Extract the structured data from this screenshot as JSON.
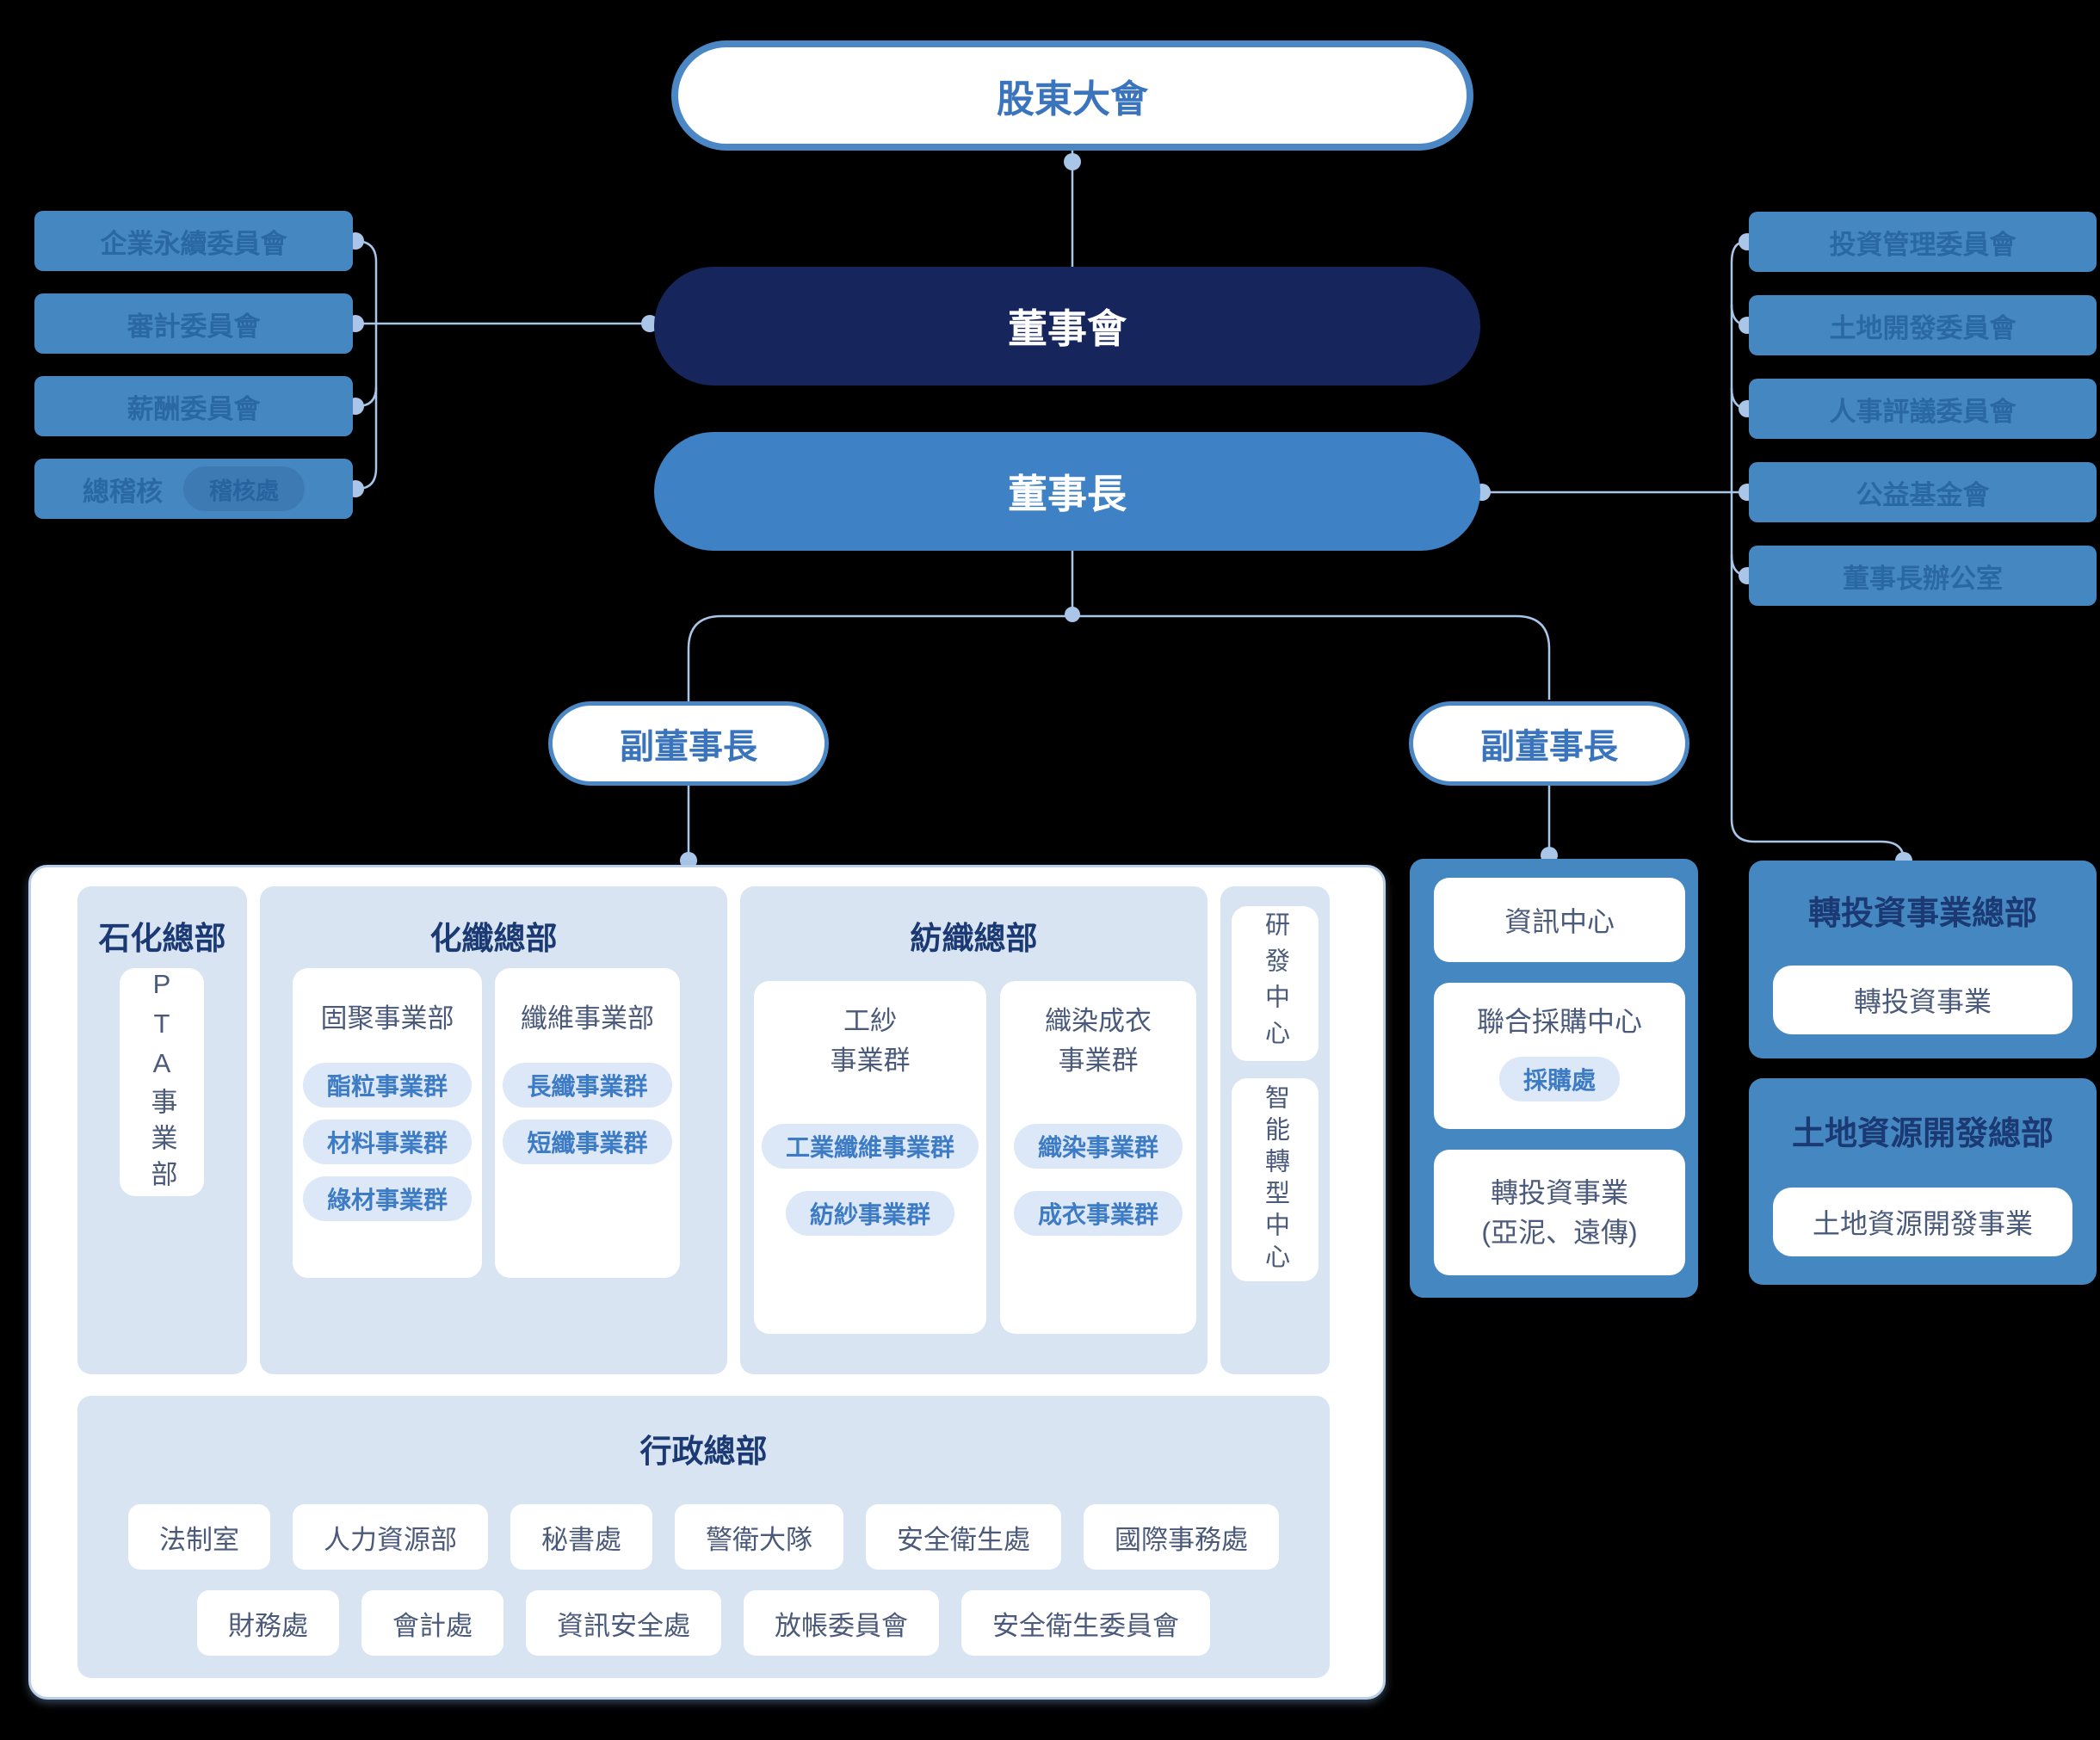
{
  "colors": {
    "background": "#000000",
    "connector_line": "#a9c6e8",
    "committee_box": "#4587c1",
    "committee_text": "#2a68a4",
    "board_navy": "#16265c",
    "chairman_blue": "#3e81c4",
    "pill_border": "#4a87c4",
    "pill_text": "#3a74bd",
    "panel_border": "#b9cfe9",
    "subpanel_bg": "#d9e4f2",
    "title_navy": "#1b3a74",
    "card_text": "#4b5a7a",
    "chip_bg": "#dce8f7",
    "chip_text": "#3d7cc4"
  },
  "nodes": {
    "shareholders": "股東大會",
    "board": "董事會",
    "chairman": "董事長",
    "vice_chairman_left": "副董事長",
    "vice_chairman_right": "副董事長"
  },
  "left_committees": {
    "sustainability": "企業永續委員會",
    "audit": "審計委員會",
    "compensation": "薪酬委員會",
    "chief_auditor": "總稽核",
    "audit_office": "稽核處"
  },
  "right_committees": {
    "investment_mgmt": "投資管理委員會",
    "land_dev": "土地開發委員會",
    "personnel": "人事評議委員會",
    "charity": "公益基金會",
    "chairman_office": "董事長辦公室"
  },
  "hq_panel": {
    "petrochemical": {
      "title": "石化總部",
      "unit": "PTA事業部"
    },
    "chemical_fiber": {
      "title": "化纖總部",
      "solid_poly": {
        "name": "固聚事業部",
        "groups": [
          "酯粒事業群",
          "材料事業群",
          "綠材事業群"
        ]
      },
      "fiber": {
        "name": "纖維事業部",
        "groups": [
          "長纖事業群",
          "短纖事業群"
        ]
      }
    },
    "textile": {
      "title": "紡織總部",
      "industrial_yarn": {
        "name_line1": "工紗",
        "name_line2": "事業群",
        "groups": [
          "工業纖維事業群",
          "紡紗事業群"
        ]
      },
      "dyeing_garment": {
        "name_line1": "織染成衣",
        "name_line2": "事業群",
        "groups": [
          "織染事業群",
          "成衣事業群"
        ]
      }
    },
    "rd_center": "研發中心",
    "smart_center": "智能轉型中心",
    "admin": {
      "title": "行政總部",
      "row1": [
        "法制室",
        "人力資源部",
        "秘書處",
        "警衛大隊",
        "安全衛生處",
        "國際事務處"
      ],
      "row2": [
        "財務處",
        "會計處",
        "資訊安全處",
        "放帳委員會",
        "安全衛生委員會"
      ]
    }
  },
  "vc_right_column": {
    "info_center": "資訊中心",
    "procurement": {
      "title": "聯合採購中心",
      "office": "採購處"
    },
    "reinvestment": {
      "line1": "轉投資事業",
      "line2": "(亞泥、遠傳)"
    }
  },
  "invest_hq": {
    "title": "轉投資事業總部",
    "unit": "轉投資事業"
  },
  "land_hq": {
    "title": "土地資源開發總部",
    "unit": "土地資源開發事業"
  }
}
